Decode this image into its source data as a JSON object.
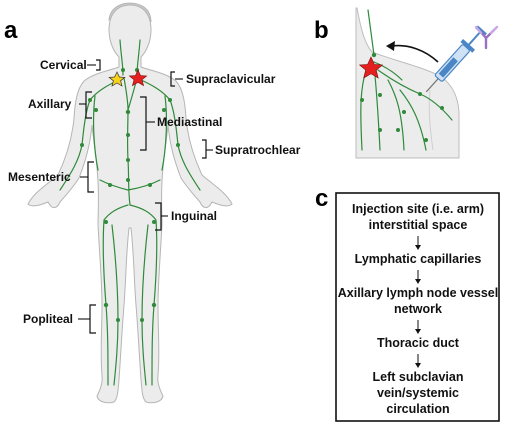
{
  "panels": {
    "a": {
      "letter": "a",
      "labels": {
        "cervical": "Cervical",
        "supraclavicular": "Supraclavicular",
        "axillary": "Axillary",
        "mediastinal": "Mediastinal",
        "supratrochlear": "Supratrochlear",
        "mesenteric": "Mesenteric",
        "inguinal": "Inguinal",
        "popliteal": "Popliteal"
      }
    },
    "b": {
      "letter": "b"
    },
    "c": {
      "letter": "c",
      "steps": [
        [
          "Injection site (i.e. arm)",
          "interstitial space"
        ],
        [
          "Lymphatic capillaries"
        ],
        [
          "Axillary lymph node vessel",
          "network"
        ],
        [
          "Thoracic duct"
        ],
        [
          "Left subclavian",
          "vein/systemic",
          "circulation"
        ]
      ]
    }
  },
  "colors": {
    "lymph": "#2f8a3a",
    "star_red": "#e41f1f",
    "star_yellow": "#f6d21c",
    "body_fill": "#ececec",
    "body_stroke": "#b7b7b7",
    "syringe": "#4a86c5",
    "antibody": "#9b6fc4"
  }
}
